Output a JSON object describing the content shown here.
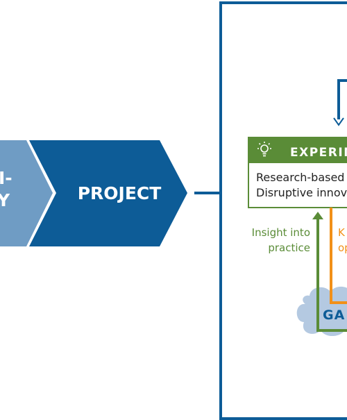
{
  "chevron_left": {
    "line1": "I-",
    "line2": "Y"
  },
  "chevron_project": {
    "label": "PROJECT"
  },
  "experiment_box": {
    "title": "EXPERIM",
    "line1": "Research-based",
    "line2": "Disruptive innova"
  },
  "arrow_green_label": {
    "line1": "Insight into",
    "line2": "practice"
  },
  "arrow_orange_label": {
    "line1": "K",
    "line2": "op"
  },
  "cloud": {
    "label": "GA"
  },
  "colors": {
    "light_blue": "#6f9cc4",
    "dark_blue": "#0d5c97",
    "green": "#5a8c37",
    "orange": "#f29018",
    "cloud": "#b4c9e1"
  }
}
